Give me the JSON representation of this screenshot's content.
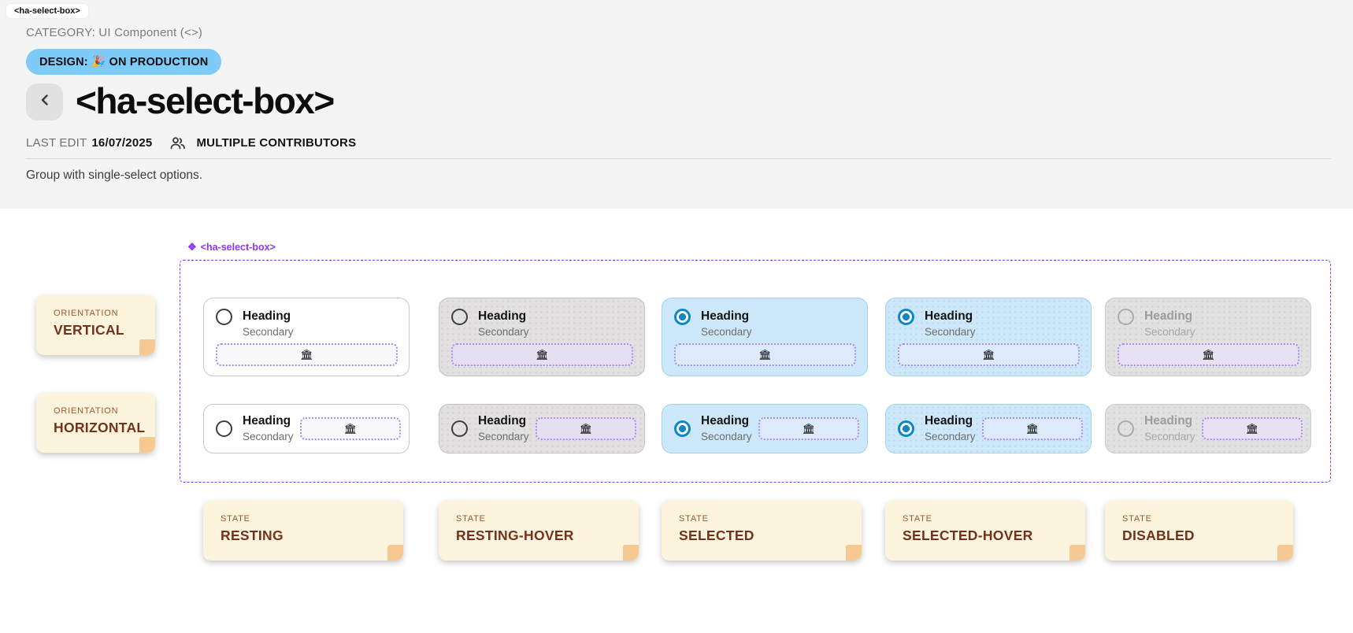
{
  "page": {
    "tab_label": "<ha-select-box>",
    "category_line": "CATEGORY: UI Component (<>)",
    "design_badge": "DESIGN: 🎉 ON PRODUCTION",
    "title": "<ha-select-box>",
    "last_edit_label": "LAST EDIT",
    "last_edit_date": "16/07/2025",
    "contributors_label": "MULTIPLE CONTRIBUTORS",
    "description": "Group with single-select options."
  },
  "canvas": {
    "component_label": "<ha-select-box>",
    "component_diamond": "❖",
    "orientation_notes": [
      {
        "label": "ORIENTATION",
        "value": "VERTICAL"
      },
      {
        "label": "ORIENTATION",
        "value": "HORIZONTAL"
      }
    ],
    "state_notes": [
      {
        "label": "STATE",
        "value": "RESTING"
      },
      {
        "label": "STATE",
        "value": "RESTING-HOVER"
      },
      {
        "label": "STATE",
        "value": "SELECTED"
      },
      {
        "label": "STATE",
        "value": "SELECTED-HOVER"
      },
      {
        "label": "STATE",
        "value": "DISABLED"
      }
    ],
    "card": {
      "heading": "Heading",
      "secondary": "Secondary",
      "slot_icon": "🏛"
    },
    "states": [
      "RESTING",
      "RESTING-HOVER",
      "SELECTED",
      "SELECTED-HOVER",
      "DISABLED"
    ]
  },
  "colors": {
    "header_background": "#f4f4f4",
    "badge_blue": "#7ecaf8",
    "component_purple": "#8b39f6",
    "slot_border_purple": "#aa8df3",
    "selected_card_blue": "#cde8fa",
    "radio_selected_blue": "#0e87c5",
    "note_cream": "#fcf4dd",
    "note_fold_orange": "#f6c892",
    "note_text_brown": "#74321e"
  }
}
